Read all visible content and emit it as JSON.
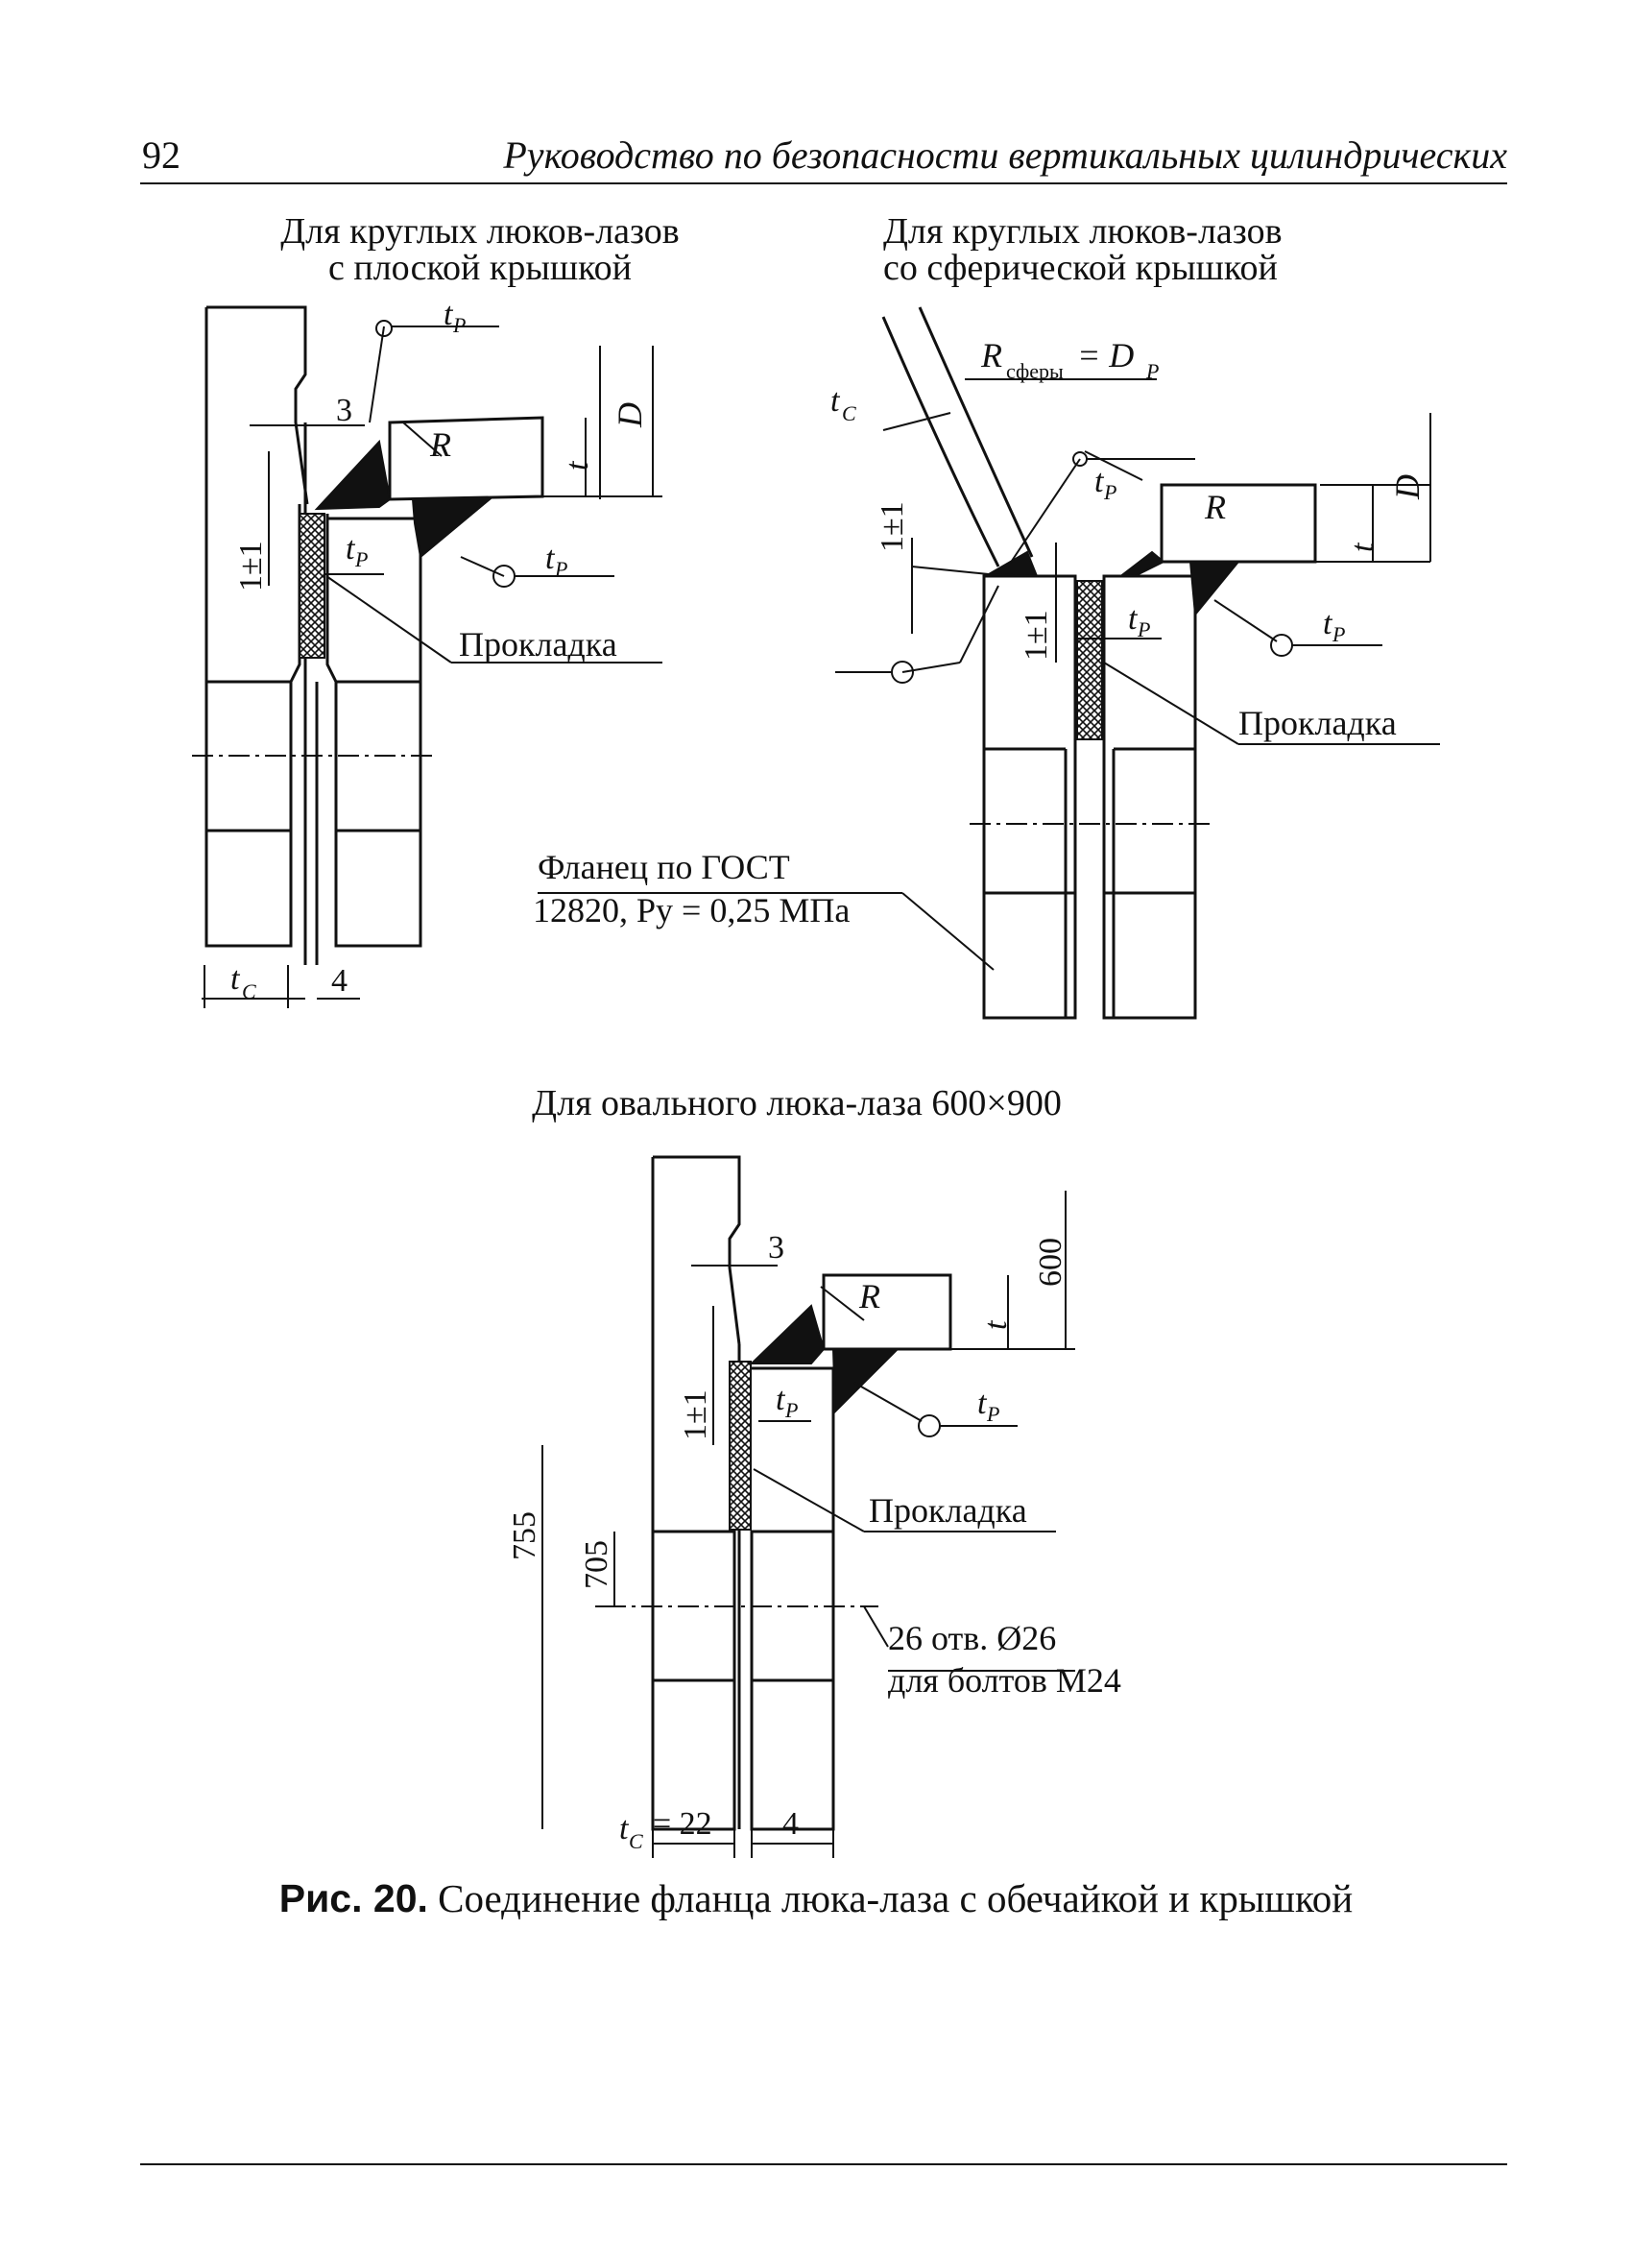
{
  "header": {
    "page_number": "92",
    "running_title": "Руководство по безопасности вертикальных цилиндрических"
  },
  "views": {
    "flat_cover": {
      "title_line1": "Для круглых люков-лазов",
      "title_line2": "с плоской крышкой",
      "dim_3": "3",
      "dim_1pm1": "1±1",
      "dim_4": "4",
      "label_R": "R",
      "label_tp": "t",
      "sub_p": "P",
      "label_tc": "t",
      "sub_c": "C",
      "label_Dp": "D",
      "gasket": "Прокладка"
    },
    "spherical_cover": {
      "title_line1": "Для круглых люков-лазов",
      "title_line2": "со сферической крышкой",
      "r_sphere_R": "R",
      "r_sphere_sub": "сферы",
      "r_sphere_eq": "= D",
      "r_sphere_sub2": "P",
      "dim_1pm1": "1±1",
      "label_R": "R",
      "label_tp": "t",
      "sub_p": "P",
      "label_tc": "t",
      "sub_c": "C",
      "label_Dp": "D",
      "gasket": "Прокладка",
      "flange_line1": "Фланец по ГОСТ",
      "flange_line2": "12820, Ру = 0,25 МПа"
    },
    "oval": {
      "title": "Для овального люка-лаза 600×900",
      "dim_3": "3",
      "dim_600": "600",
      "dim_1pm1": "1±1",
      "dim_755": "755",
      "dim_705": "705",
      "label_R": "R",
      "label_tp": "t",
      "sub_p": "P",
      "gasket": "Прокладка",
      "holes_line1": "26 отв. Ø26",
      "holes_line2": "для болтов М24",
      "tc_label": "t",
      "tc_sub": "C",
      "tc_value": "= 22",
      "dim_4": "4"
    }
  },
  "figure_caption": {
    "number": "Рис. 20.",
    "text": " Соединение фланца люка-лаза с обечайкой и крышкой"
  }
}
